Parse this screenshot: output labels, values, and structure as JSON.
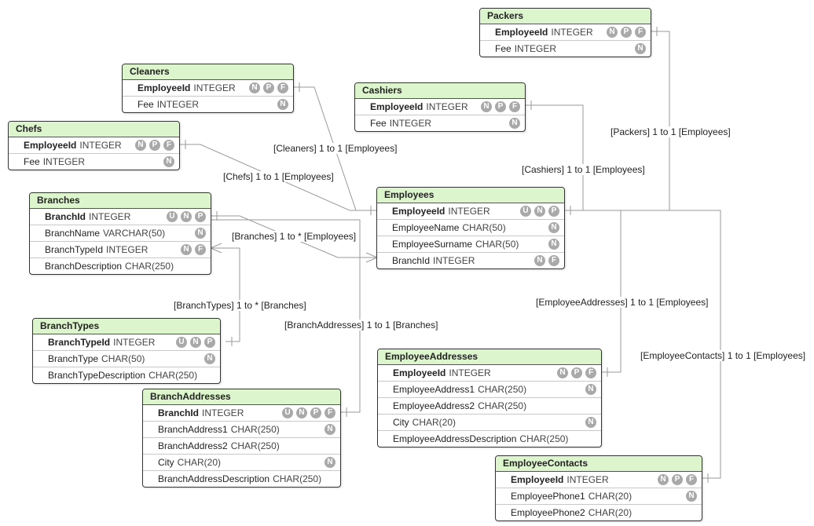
{
  "tables": [
    {
      "id": "packers",
      "name": "Packers",
      "columns": [
        {
          "name": "EmployeeId",
          "type": "INTEGER",
          "pk": true,
          "flags": [
            "N",
            "P",
            "F"
          ]
        },
        {
          "name": "Fee",
          "type": "INTEGER",
          "pk": false,
          "flags": [
            "N"
          ]
        }
      ]
    },
    {
      "id": "cleaners",
      "name": "Cleaners",
      "columns": [
        {
          "name": "EmployeeId",
          "type": "INTEGER",
          "pk": true,
          "flags": [
            "N",
            "P",
            "F"
          ]
        },
        {
          "name": "Fee",
          "type": "INTEGER",
          "pk": false,
          "flags": [
            "N"
          ]
        }
      ]
    },
    {
      "id": "cashiers",
      "name": "Cashiers",
      "columns": [
        {
          "name": "EmployeeId",
          "type": "INTEGER",
          "pk": true,
          "flags": [
            "N",
            "P",
            "F"
          ]
        },
        {
          "name": "Fee",
          "type": "INTEGER",
          "pk": false,
          "flags": [
            "N"
          ]
        }
      ]
    },
    {
      "id": "chefs",
      "name": "Chefs",
      "columns": [
        {
          "name": "EmployeeId",
          "type": "INTEGER",
          "pk": true,
          "flags": [
            "N",
            "P",
            "F"
          ]
        },
        {
          "name": "Fee",
          "type": "INTEGER",
          "pk": false,
          "flags": [
            "N"
          ]
        }
      ]
    },
    {
      "id": "branches",
      "name": "Branches",
      "columns": [
        {
          "name": "BranchId",
          "type": "INTEGER",
          "pk": true,
          "flags": [
            "U",
            "N",
            "P"
          ]
        },
        {
          "name": "BranchName",
          "type": "VARCHAR(50)",
          "pk": false,
          "flags": [
            "N"
          ]
        },
        {
          "name": "BranchTypeId",
          "type": "INTEGER",
          "pk": false,
          "flags": [
            "N",
            "F"
          ]
        },
        {
          "name": "BranchDescription",
          "type": "CHAR(250)",
          "pk": false,
          "flags": []
        }
      ]
    },
    {
      "id": "employees",
      "name": "Employees",
      "columns": [
        {
          "name": "EmployeeId",
          "type": "INTEGER",
          "pk": true,
          "flags": [
            "U",
            "N",
            "P"
          ]
        },
        {
          "name": "EmployeeName",
          "type": "CHAR(50)",
          "pk": false,
          "flags": [
            "N"
          ]
        },
        {
          "name": "EmployeeSurname",
          "type": "CHAR(50)",
          "pk": false,
          "flags": [
            "N"
          ]
        },
        {
          "name": "BranchId",
          "type": "INTEGER",
          "pk": false,
          "flags": [
            "N",
            "F"
          ]
        }
      ]
    },
    {
      "id": "branchtypes",
      "name": "BranchTypes",
      "columns": [
        {
          "name": "BranchTypeId",
          "type": "INTEGER",
          "pk": true,
          "flags": [
            "U",
            "N",
            "P"
          ]
        },
        {
          "name": "BranchType",
          "type": "CHAR(50)",
          "pk": false,
          "flags": [
            "N"
          ]
        },
        {
          "name": "BranchTypeDescription",
          "type": "CHAR(250)",
          "pk": false,
          "flags": []
        }
      ]
    },
    {
      "id": "employeeaddresses",
      "name": "EmployeeAddresses",
      "columns": [
        {
          "name": "EmployeeId",
          "type": "INTEGER",
          "pk": true,
          "flags": [
            "N",
            "P",
            "F"
          ]
        },
        {
          "name": "EmployeeAddress1",
          "type": "CHAR(250)",
          "pk": false,
          "flags": [
            "N"
          ]
        },
        {
          "name": "EmployeeAddress2",
          "type": "CHAR(250)",
          "pk": false,
          "flags": []
        },
        {
          "name": "City",
          "type": "CHAR(20)",
          "pk": false,
          "flags": [
            "N"
          ]
        },
        {
          "name": "EmployeeAddressDescription",
          "type": "CHAR(250)",
          "pk": false,
          "flags": []
        }
      ]
    },
    {
      "id": "branchaddresses",
      "name": "BranchAddresses",
      "columns": [
        {
          "name": "BranchId",
          "type": "INTEGER",
          "pk": true,
          "flags": [
            "U",
            "N",
            "P",
            "F"
          ]
        },
        {
          "name": "BranchAddress1",
          "type": "CHAR(250)",
          "pk": false,
          "flags": [
            "N"
          ]
        },
        {
          "name": "BranchAddress2",
          "type": "CHAR(250)",
          "pk": false,
          "flags": []
        },
        {
          "name": "City",
          "type": "CHAR(20)",
          "pk": false,
          "flags": [
            "N"
          ]
        },
        {
          "name": "BranchAddressDescription",
          "type": "CHAR(250)",
          "pk": false,
          "flags": []
        }
      ]
    },
    {
      "id": "employeecontacts",
      "name": "EmployeeContacts",
      "columns": [
        {
          "name": "EmployeeId",
          "type": "INTEGER",
          "pk": true,
          "flags": [
            "N",
            "P",
            "F"
          ]
        },
        {
          "name": "EmployeePhone1",
          "type": "CHAR(20)",
          "pk": false,
          "flags": [
            "N"
          ]
        },
        {
          "name": "EmployeePhone2",
          "type": "CHAR(20)",
          "pk": false,
          "flags": []
        }
      ]
    }
  ],
  "relationships": [
    {
      "id": "packers",
      "label": "[Packers] 1 to 1 [Employees]"
    },
    {
      "id": "cleaners",
      "label": "[Cleaners] 1 to 1 [Employees]"
    },
    {
      "id": "cashiers",
      "label": "[Cashiers] 1 to 1 [Employees]"
    },
    {
      "id": "chefs",
      "label": "[Chefs] 1 to 1 [Employees]"
    },
    {
      "id": "branches",
      "label": "[Branches] 1 to * [Employees]"
    },
    {
      "id": "branchtypes",
      "label": "[BranchTypes] 1 to * [Branches]"
    },
    {
      "id": "branchaddresses",
      "label": "[BranchAddresses] 1 to 1 [Branches]"
    },
    {
      "id": "employeeaddresses",
      "label": "[EmployeeAddresses] 1 to 1 [Employees]"
    },
    {
      "id": "employeecontacts",
      "label": "[EmployeeContacts] 1 to 1 [Employees]"
    }
  ],
  "colors": {
    "header": "#dcf5cc",
    "flag": "#a9a9a9",
    "line": "#999999"
  }
}
